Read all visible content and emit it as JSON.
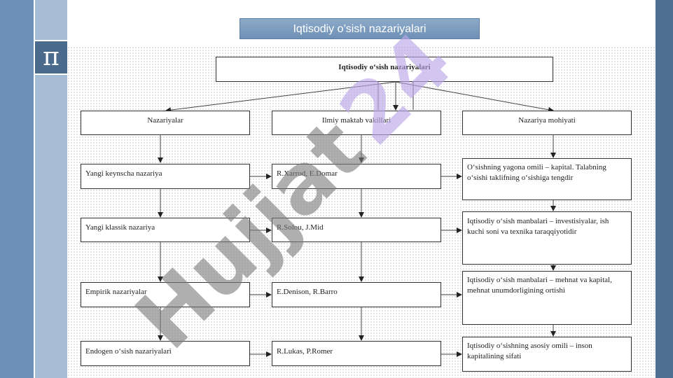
{
  "slide_title": "Iqtisodiy  o’sish nazariyalari",
  "logo_symbol": "π",
  "watermark": "Hujjat24",
  "diagram": {
    "root": "Iqtisodiy  o‘sish nazariyalari",
    "columns": [
      {
        "header": "Nazariyalar",
        "items": [
          "Yangi keynscha nazariya",
          "Yangi klassik nazariya",
          "Empirik nazariyalar",
          "Endogen o‘sish nazariyalari"
        ]
      },
      {
        "header": "Ilmiy maktab vakillari",
        "items": [
          "R.Xarrod, E.Domar",
          "R.Solou, J.Mid",
          "E.Denison, R.Barro",
          "R.Lukas, P.Romer"
        ]
      },
      {
        "header": "Nazariya mohiyati",
        "items": [
          "O‘sishning yagona omili – kapital. Talabning o‘sishi taklifning o‘sishiga tengdir",
          "Iqtisodiy o‘sish manbalari – investisiyalar, ish kuchi soni va texnika taraqqiyotidir",
          "Iqtisodiy o‘sish manbalari – mehnat va kapital, mehnat unumdorligining ortishi",
          "Iqtisodiy o‘sishning asosiy omili – inson kapitalining sifati"
        ]
      }
    ]
  },
  "colors": {
    "left_bar": "#6b8fb6",
    "left_bar_light": "#a7bdd6",
    "right_bar": "#4e7192",
    "title_banner": "#7b9bc0",
    "watermark_gray": "#7a7a7a",
    "watermark_purple": "#b9a6e8"
  }
}
